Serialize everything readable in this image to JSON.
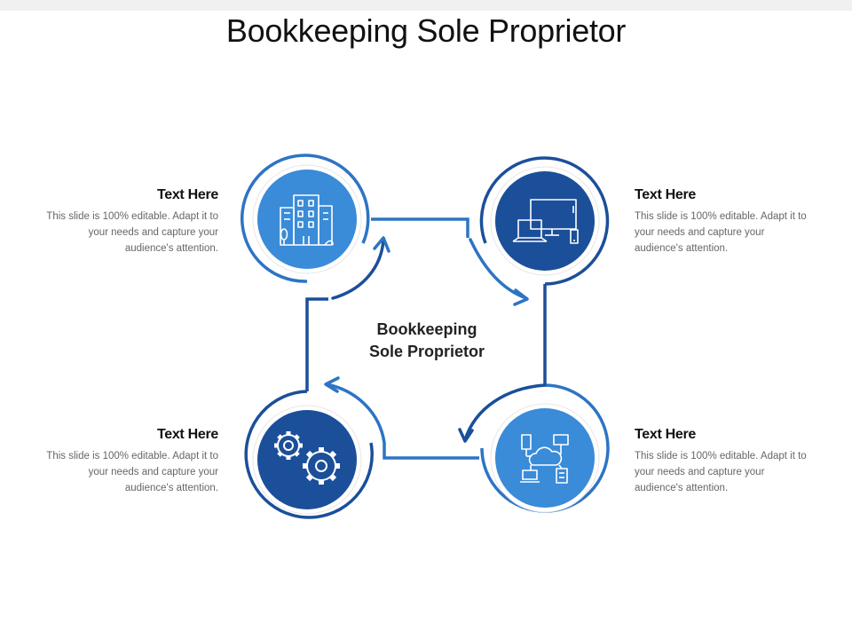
{
  "title": "Bookkeeping Sole Proprietor",
  "center_label": {
    "line1": "Bookkeeping",
    "line2": "Sole Proprietor"
  },
  "colors": {
    "light_blue": "#3a8bd8",
    "dark_blue": "#1b4f9a",
    "ring_blue": "#2d74c4"
  },
  "items": [
    {
      "heading": "Text Here",
      "body": "This slide is 100% editable. Adapt it to your needs and capture your audience's attention.",
      "icon": "office-buildings-icon"
    },
    {
      "heading": "Text Here",
      "body": "This slide is 100% editable. Adapt it to your needs and capture your audience's attention.",
      "icon": "computer-devices-icon"
    },
    {
      "heading": "Text Here",
      "body": "This slide is 100% editable. Adapt it to your needs and capture your audience's attention.",
      "icon": "gears-icon"
    },
    {
      "heading": "Text Here",
      "body": "This slide is 100% editable. Adapt it to your needs and capture your audience's attention.",
      "icon": "cloud-network-icon"
    }
  ]
}
